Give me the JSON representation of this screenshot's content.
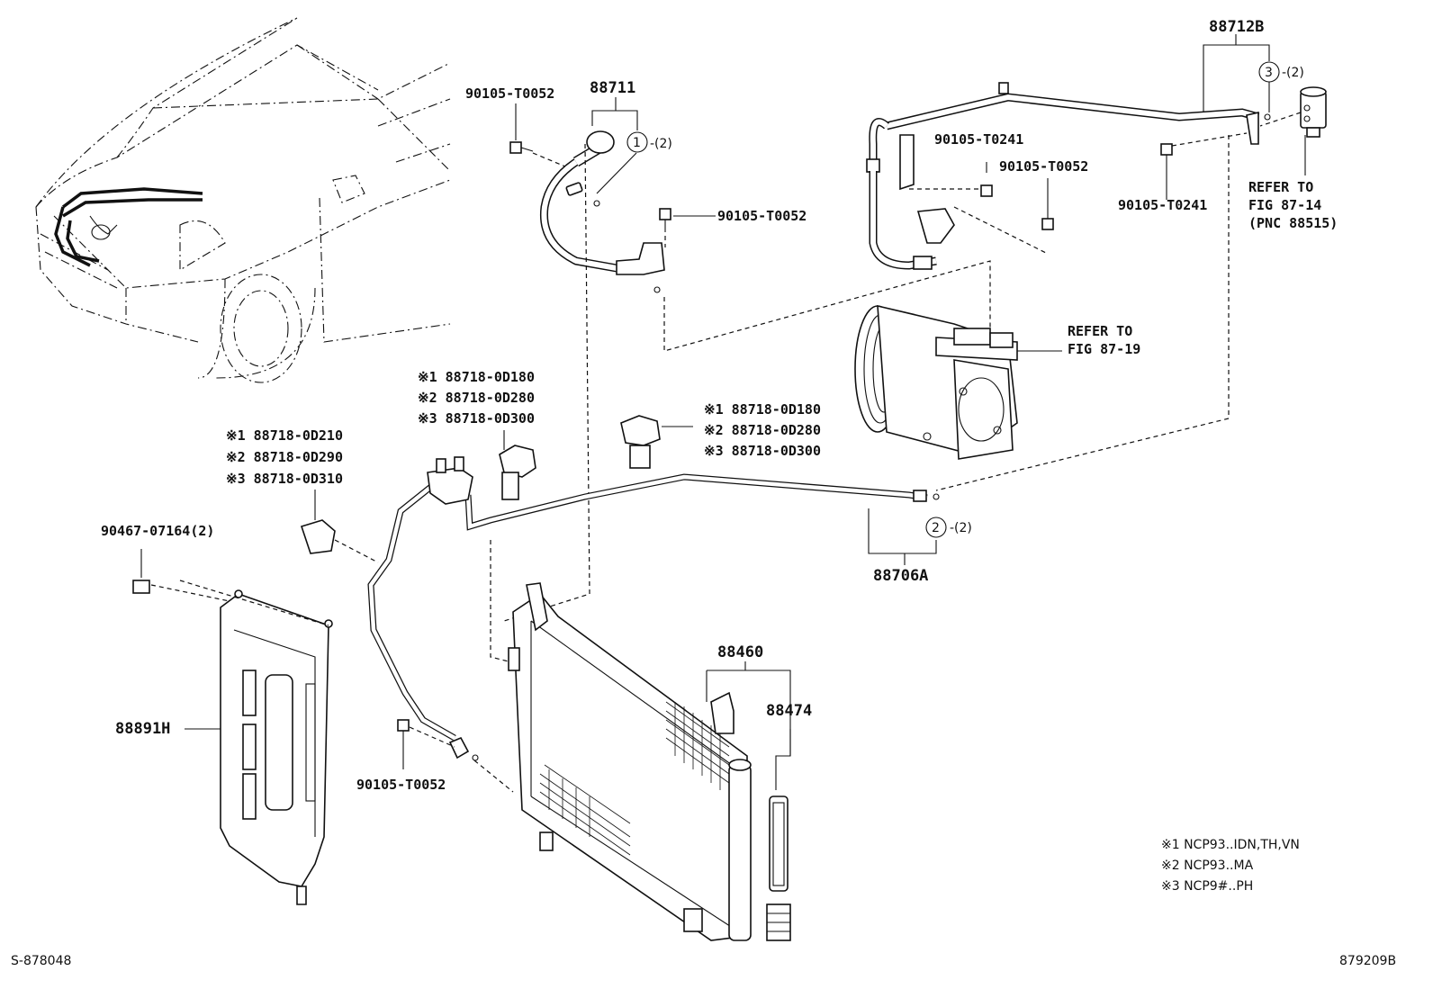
{
  "labels": {
    "p88711": "88711",
    "p88712b": "88712B",
    "p88706a": "88706A",
    "p88460": "88460",
    "p88474": "88474",
    "p88891h": "88891H",
    "bolt_top_left": "90105-T0052",
    "bolt_mid_hose": "90105-T0052",
    "bolt_right_a": "90105-T0241",
    "bolt_right_b": "90105-T0052",
    "bolt_right_c": "90105-T0241",
    "bolt_bottom": "90105-T0052",
    "clip_90467": "90467-07164(2)",
    "refer_fig_87_14_l1": "REFER TO",
    "refer_fig_87_14_l2": "FIG 87-14",
    "refer_fig_87_14_l3": "(PNC 88515)",
    "refer_fig_87_19_l1": "REFER TO",
    "refer_fig_87_19_l2": "FIG 87-19",
    "clamp_a_1": "※1 88718-0D180",
    "clamp_a_2": "※2 88718-0D280",
    "clamp_a_3": "※3 88718-0D300",
    "clamp_b_1": "※1 88718-0D180",
    "clamp_b_2": "※2 88718-0D280",
    "clamp_b_3": "※3 88718-0D300",
    "clamp_c_1": "※1 88718-0D210",
    "clamp_c_2": "※2 88718-0D290",
    "clamp_c_3": "※3 88718-0D310",
    "oring_1": "1",
    "oring_1_qty": "-(2)",
    "oring_2": "2",
    "oring_2_qty": "-(2)",
    "oring_3": "3",
    "oring_3_qty": "-(2)",
    "note_1": "※1  NCP93..IDN,TH,VN",
    "note_2": "※2  NCP93..MA",
    "note_3": "※3  NCP9#..PH",
    "footer_left": "S-878048",
    "footer_right": "879209B"
  }
}
